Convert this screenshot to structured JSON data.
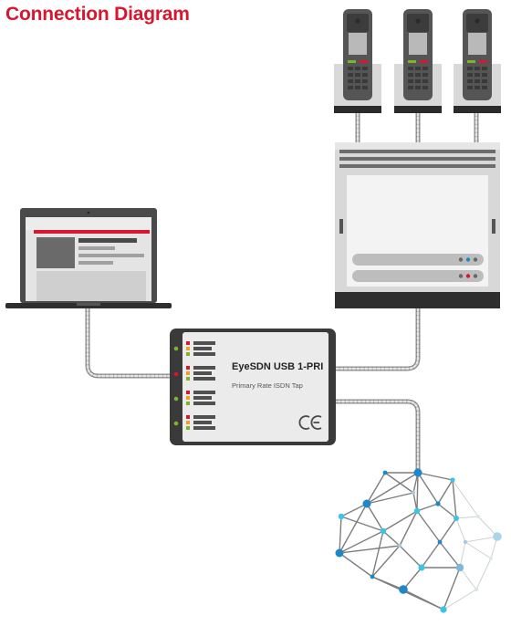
{
  "title": "Connection Diagram",
  "device": {
    "name": "EyeSDN USB 1-PRI",
    "subtitle": "Primary Rate ISDN Tap",
    "mark": "CE"
  },
  "colors": {
    "brand": "#d7172f",
    "cable": "#8c8c8c",
    "device_body": "#ebebeb",
    "device_dark": "#3a3a3a",
    "led_green": "#7fb32a",
    "led_red": "#d7172f",
    "led_amber": "#f0a020",
    "network_blue": "#1e87c8",
    "network_cyan": "#3cc3e8"
  }
}
